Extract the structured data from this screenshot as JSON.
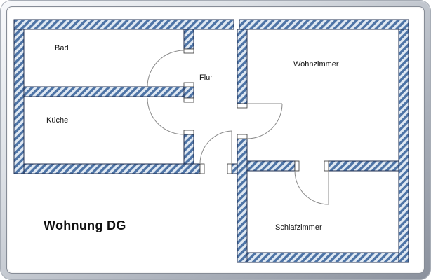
{
  "floorplan": {
    "title": "Wohnung DG",
    "rooms": [
      {
        "id": "bad",
        "label": "Bad"
      },
      {
        "id": "kueche",
        "label": "Küche"
      },
      {
        "id": "flur",
        "label": "Flur"
      },
      {
        "id": "wohnzimmer",
        "label": "Wohnzimmer"
      },
      {
        "id": "schlafzimmer",
        "label": "Schlafzimmer"
      }
    ],
    "colors": {
      "wall_hatch_stripe": "#4e74a6",
      "wall_hatch_background": "#dfe8f2",
      "wall_outline": "#1e2d4f",
      "door_arc": "#8a8a8a",
      "frame_light": "#f8f9fb",
      "frame_dark": "#8b919d",
      "background": "#ffffff"
    }
  }
}
